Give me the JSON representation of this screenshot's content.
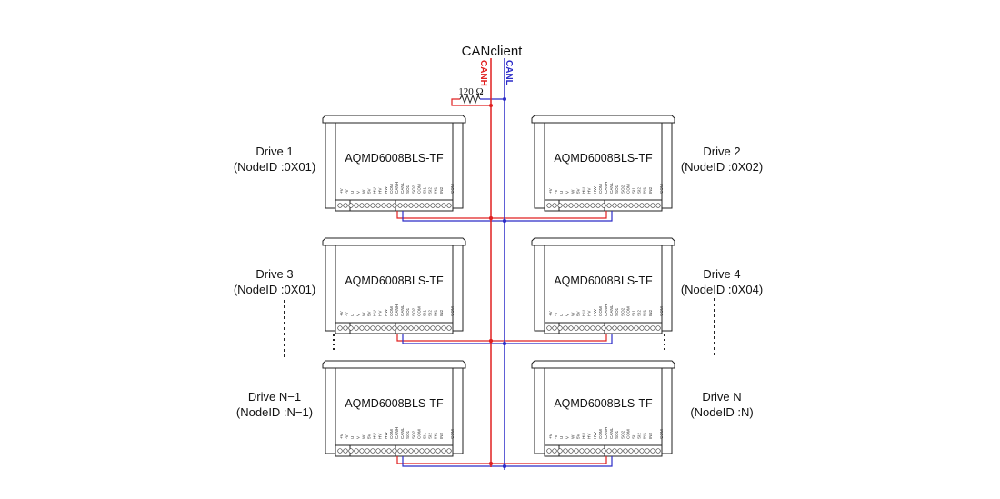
{
  "title": "CANclient",
  "bus": {
    "canh_label": "CANH",
    "canl_label": "CANL",
    "canh_color": "#e02020",
    "canl_color": "#2c2cc8"
  },
  "resistor": {
    "label": "120 Ω"
  },
  "drives": [
    {
      "name": "Drive 1",
      "node": "(NodeID :0X01)",
      "model": "AQMD6008BLS-TF",
      "side": "left",
      "row": 0
    },
    {
      "name": "Drive 2",
      "node": "(NodeID :0X02)",
      "model": "AQMD6008BLS-TF",
      "side": "right",
      "row": 0
    },
    {
      "name": "Drive 3",
      "node": "(NodeID :0X01)",
      "model": "AQMD6008BLS-TF",
      "side": "left",
      "row": 1
    },
    {
      "name": "Drive 4",
      "node": "(NodeID :0X04)",
      "model": "AQMD6008BLS-TF",
      "side": "right",
      "row": 1
    },
    {
      "name": "Drive N−1",
      "node": "(NodeID :N−1)",
      "model": "AQMD6008BLS-TF",
      "side": "left",
      "row": 2
    },
    {
      "name": "Drive N",
      "node": "(NodeID :N)",
      "model": "AQMD6008BLS-TF",
      "side": "right",
      "row": 2
    }
  ],
  "pin_labels": [
    "+V",
    "-V",
    "U",
    "V",
    "W",
    "5V",
    "HU",
    "HV",
    "HW",
    "COM",
    "CANH",
    "CANL",
    "SO1",
    "SO2",
    "COM",
    "SI1",
    "SI2",
    "IN1",
    "IN2",
    "",
    "COM"
  ]
}
